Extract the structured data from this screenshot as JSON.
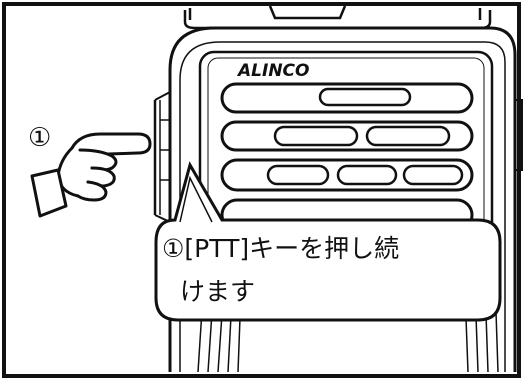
{
  "device": {
    "brand": "ALINCO"
  },
  "pointer": {
    "step_number": "①"
  },
  "callout": {
    "line1": "①[PTT]キーを押し続",
    "line2": "けます"
  }
}
